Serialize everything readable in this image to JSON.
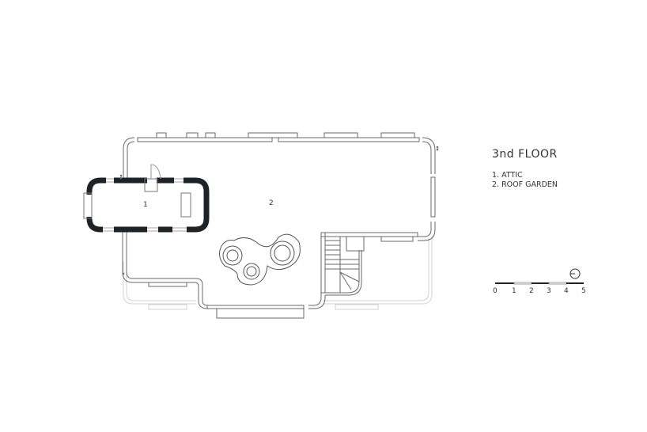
{
  "legend": {
    "title": "3nd FLOOR",
    "items": [
      "1. ATTIC",
      "2. ROOF GARDEN"
    ]
  },
  "rooms": [
    {
      "number": "1",
      "name": "ATTIC"
    },
    {
      "number": "2",
      "name": "ROOF GARDEN"
    }
  ],
  "scale_bar": {
    "ticks": [
      "0",
      "1",
      "2",
      "3",
      "4",
      "5"
    ]
  },
  "north_arrow": "north-arrow-icon",
  "colors": {
    "wall": "#555555",
    "faint": "#cfcfcf",
    "solid": "#1e2328"
  }
}
